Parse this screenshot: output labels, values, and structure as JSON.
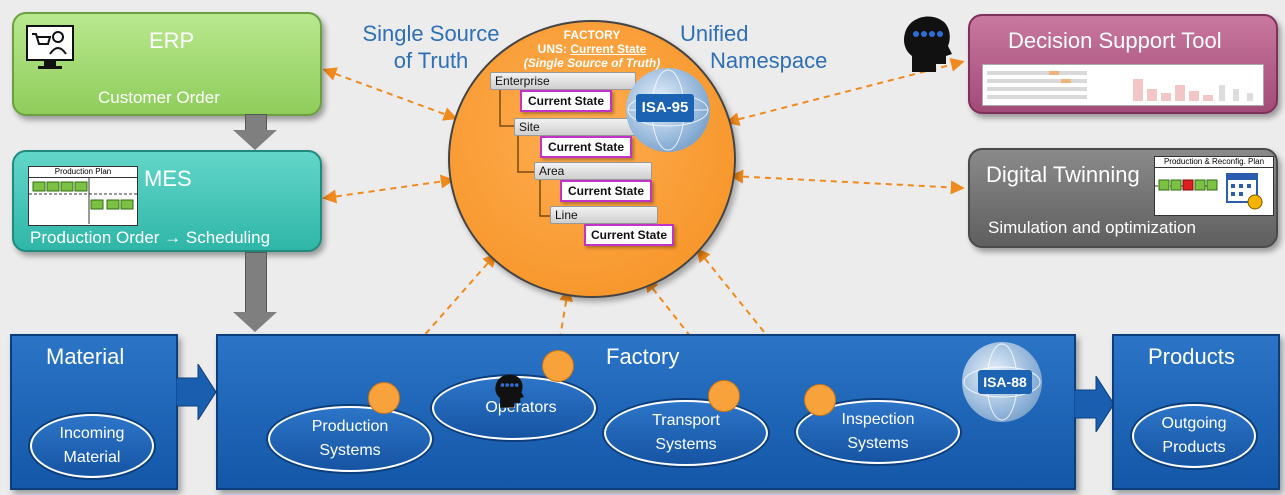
{
  "erp": {
    "title": "ERP",
    "subtitle": "Customer Order"
  },
  "mes": {
    "title": "MES",
    "subtitle": "Production Order → Scheduling",
    "plan_title": "Production Plan"
  },
  "labels": {
    "single_source": "Single Source of Truth",
    "single_source_l1": "Single Source",
    "single_source_l2": "of Truth",
    "unified_l1": "Unified",
    "unified_l2": "Namespace"
  },
  "factory_circle": {
    "line1": "FACTORY",
    "line2_prefix": "UNS: ",
    "line2_link": "Current State",
    "line3": "(Single Source of Truth)",
    "badge": "ISA-95",
    "levels": [
      {
        "name": "Enterprise",
        "state": "Current State"
      },
      {
        "name": "Site",
        "state": "Current State"
      },
      {
        "name": "Area",
        "state": "Current State"
      },
      {
        "name": "Line",
        "state": "Current State"
      }
    ]
  },
  "dst": {
    "title": "Decision Support Tool"
  },
  "dt": {
    "title": "Digital Twinning",
    "subtitle": "Simulation and optimization",
    "plan_title": "Production & Reconfig. Plan"
  },
  "material": {
    "title": "Material",
    "item": "Incoming Material",
    "item_l1": "Incoming",
    "item_l2": "Material"
  },
  "factory": {
    "title": "Factory",
    "badge": "ISA-88",
    "systems": [
      {
        "l1": "Production",
        "l2": "Systems"
      },
      {
        "l1": "Operators",
        "l2": ""
      },
      {
        "l1": "Transport",
        "l2": "Systems"
      },
      {
        "l1": "Inspection",
        "l2": "Systems"
      }
    ]
  },
  "products": {
    "title": "Products",
    "item_l1": "Outgoing",
    "item_l2": "Products"
  },
  "colors": {
    "orange": "#f7a23b",
    "blue": "#1a5eb0",
    "green": "#8fcd5b",
    "teal": "#2fb6a7",
    "magenta": "#a24b78",
    "gray": "#6b6b6b"
  }
}
